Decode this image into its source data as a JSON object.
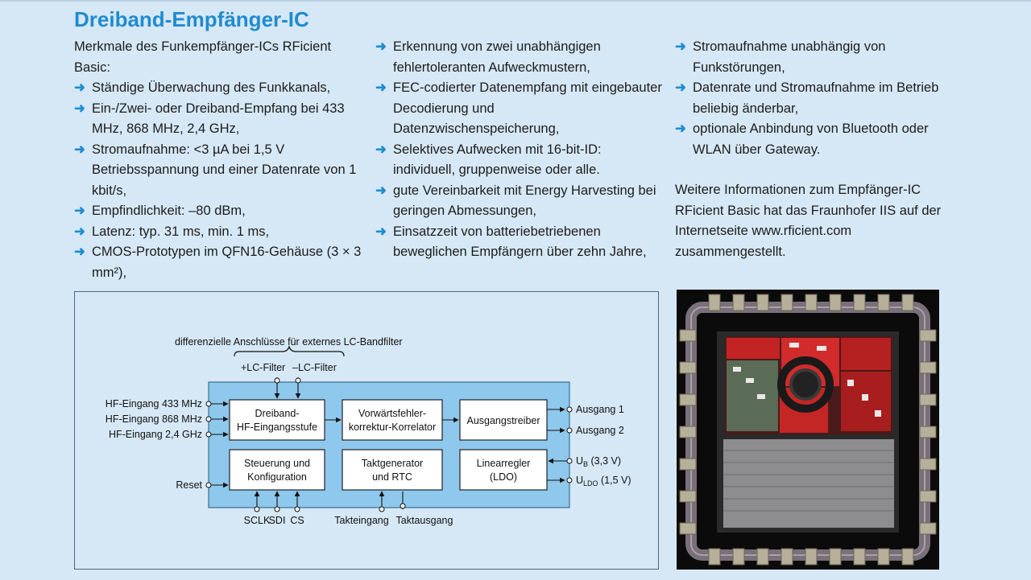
{
  "title": "Dreiband-Empfänger-IC",
  "column1": {
    "intro": "Merkmale des Funkempfänger-ICs RFicient Basic:",
    "items": [
      "Ständige Überwachung des Funkkanals,",
      "Ein-/Zwei- oder Dreiband-Empfang bei 433 MHz, 868 MHz, 2,4 GHz,",
      "Stromaufnahme: <3 µA bei 1,5 V Betriebsspannung und einer Datenrate von 1 kbit/s,",
      "Empfindlichkeit: –80 dBm,",
      "Latenz: typ. 31 ms, min. 1 ms,",
      "CMOS-Prototypen im QFN16-Gehäuse (3 × 3 mm²),"
    ]
  },
  "column2": {
    "items": [
      "Erkennung von zwei unabhängigen fehlertoleranten Aufweckmustern,",
      "FEC-codierter Datenempfang mit eingebauter Decodierung und Datenzwischenspeicherung,",
      "Selektives Aufwecken mit 16-bit-ID: individuell, gruppenweise oder alle.",
      "gute Vereinbarkeit mit Energy Harvesting bei geringen Abmessungen,",
      "Einsatzzeit von batteriebetriebenen beweglichen Empfängern über zehn Jahre,"
    ]
  },
  "column3": {
    "items": [
      "Stromaufnahme unabhängig von Funkstörungen,",
      "Datenrate und Stromaufnahme im Betrieb beliebig änderbar,",
      "optionale Anbindung von Bluetooth oder WLAN über Gateway."
    ],
    "outro": "Weitere Informationen zum Empfänger-IC RFicient Basic hat das Fraunhofer IIS auf der Internetseite www.rficient.com zusammengestellt."
  },
  "diagram": {
    "top_label": "differenzielle Anschlüsse für externes LC-Bandfilter",
    "filter_plus": "+LC-Filter",
    "filter_minus": "–LC-Filter",
    "inputs": [
      "HF-Eingang 433 MHz",
      "HF-Eingang 868 MHz",
      "HF-Eingang 2,4 GHz"
    ],
    "reset": "Reset",
    "blocks": {
      "frontend": [
        "Dreiband-",
        "HF-Eingangsstufe"
      ],
      "fec": [
        "Vorwärtsfehler-",
        "korrektur-Korrelator"
      ],
      "driver": [
        "Ausgangstreiber"
      ],
      "control": [
        "Steuerung und",
        "Konfiguration"
      ],
      "clock": [
        "Taktgenerator",
        "und RTC"
      ],
      "ldo": [
        "Linearregler",
        "(LDO)"
      ]
    },
    "outputs": [
      "Ausgang 1",
      "Ausgang 2"
    ],
    "ub_main": "U",
    "ub_sub": "B",
    "ub_value": " (3,3 V)",
    "uldo_main": "U",
    "uldo_sub": "LDO",
    "uldo_value": " (1,5 V)",
    "bottom_pins": [
      "SCLK",
      "SDI",
      "CS"
    ],
    "clock_in": "Takteingang",
    "clock_out": "Taktausgang"
  },
  "colors": {
    "accent": "#1f8bd0",
    "background": "#d6e8f5",
    "chip_block": "#8ec8ec"
  }
}
